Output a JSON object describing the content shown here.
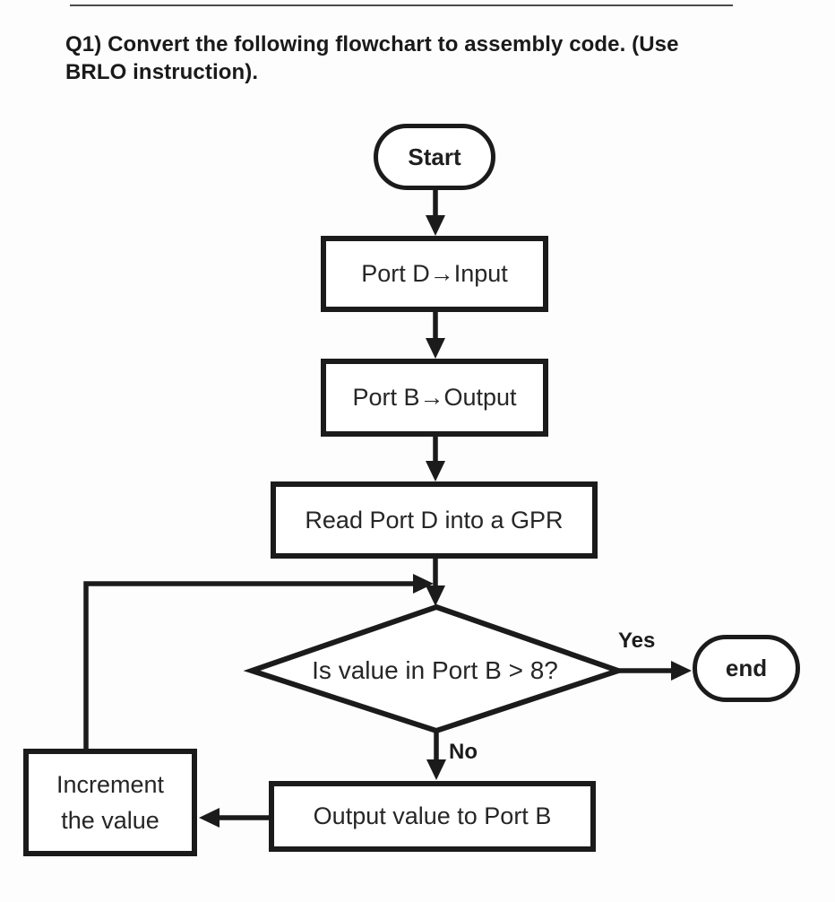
{
  "page": {
    "title_line1": "Q1) Convert the following flowchart to assembly code. (Use",
    "title_line2": "BRLO instruction)."
  },
  "flowchart": {
    "type": "flowchart",
    "colors": {
      "stroke": "#1b1b1b",
      "node_fill": "#ffffff",
      "text": "#262626",
      "divider": "#4a4a4a"
    },
    "nodes": {
      "start": {
        "type": "terminator",
        "label": "Start"
      },
      "port_d_input": {
        "type": "process",
        "label": "Port D→Input"
      },
      "port_b_output": {
        "type": "process",
        "label": "Port B→Output"
      },
      "read_port_d": {
        "type": "process",
        "label": "Read Port D into a GPR"
      },
      "decision": {
        "type": "decision",
        "label": "Is value in Port B > 8?"
      },
      "end": {
        "type": "terminator",
        "label": "end"
      },
      "output_value": {
        "type": "process",
        "label": "Output value to Port B"
      },
      "increment": {
        "type": "process",
        "label": "Increment the value"
      }
    },
    "edges": {
      "start_to_port_d": {
        "from": "start",
        "to": "port_d_input",
        "label": ""
      },
      "port_d_to_port_b": {
        "from": "port_d_input",
        "to": "port_b_output",
        "label": ""
      },
      "port_b_to_read": {
        "from": "port_b_output",
        "to": "read_port_d",
        "label": ""
      },
      "read_to_decision": {
        "from": "read_port_d",
        "to": "decision",
        "label": ""
      },
      "decision_to_end": {
        "from": "decision",
        "to": "end",
        "label": "Yes"
      },
      "decision_to_output": {
        "from": "decision",
        "to": "output_value",
        "label": "No"
      },
      "output_to_increment": {
        "from": "output_value",
        "to": "increment",
        "label": ""
      },
      "increment_to_decision": {
        "from": "increment",
        "to": "decision",
        "label": ""
      }
    }
  }
}
